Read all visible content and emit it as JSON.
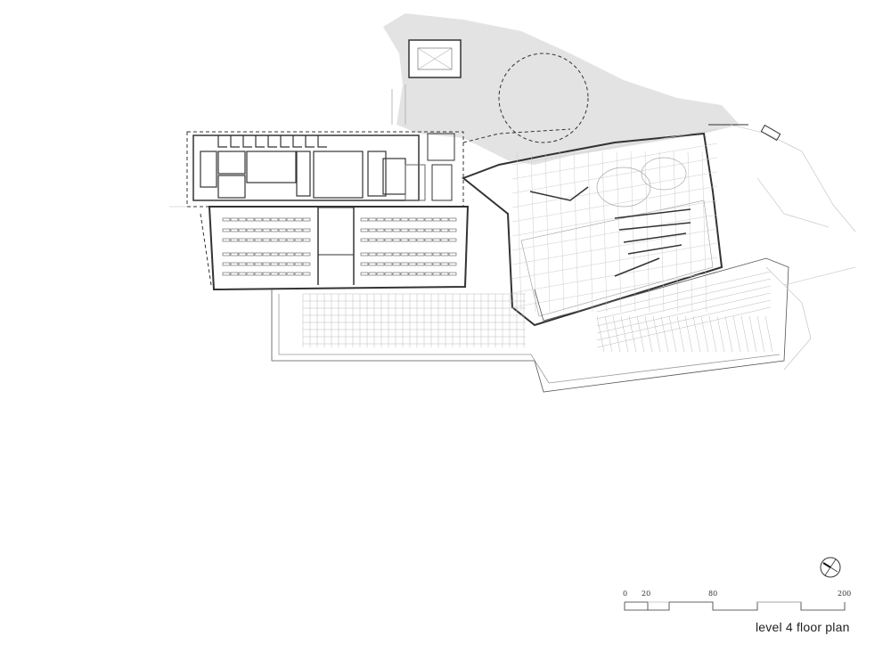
{
  "drawing": {
    "title": "level 4 floor plan",
    "scale_bar": {
      "ticks": [
        "0",
        "20",
        "80",
        "200"
      ]
    },
    "north_arrow": "compass-icon",
    "colors": {
      "line": "#333333",
      "fill_gray": "#e3e3e3",
      "light_line": "#bbbbbb"
    }
  }
}
